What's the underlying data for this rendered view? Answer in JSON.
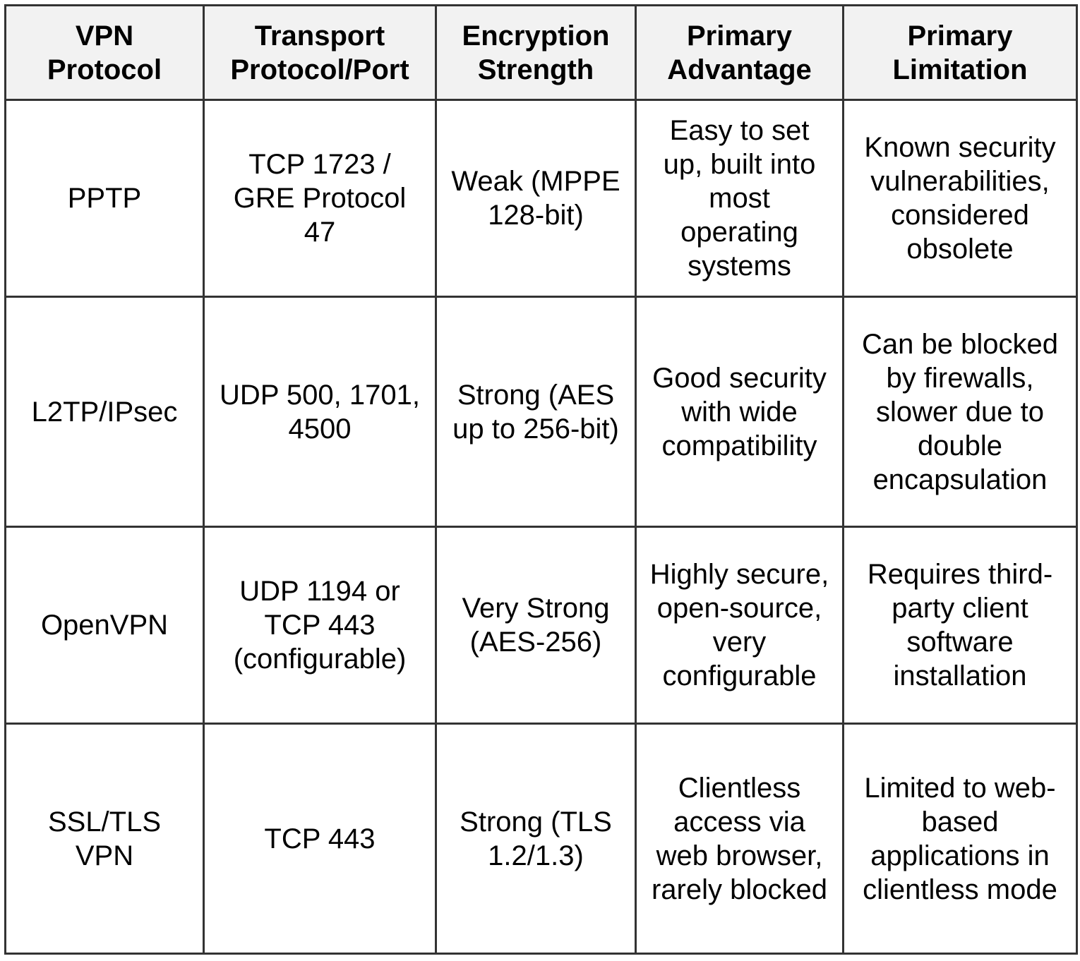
{
  "table": {
    "headers": [
      "VPN Protocol",
      "Transport Protocol/Port",
      "Encryption Strength",
      "Primary Advantage",
      "Primary Limitation"
    ],
    "rows": [
      [
        "PPTP",
        "TCP 1723 / GRE Protocol 47",
        "Weak (MPPE 128-bit)",
        "Easy to set up, built into most operating systems",
        "Known security vulnerabilities, considered obsolete"
      ],
      [
        "L2TP/IPsec",
        "UDP 500, 1701, 4500",
        "Strong (AES up to 256-bit)",
        "Good security with wide compatibility",
        "Can be blocked by firewalls, slower due to double encapsulation"
      ],
      [
        "OpenVPN",
        "UDP 1194 or TCP 443 (configurable)",
        "Very Strong (AES-256)",
        "Highly secure, open-source, very configurable",
        "Requires third-party client software installation"
      ],
      [
        "SSL/TLS VPN",
        "TCP 443",
        "Strong (TLS 1.2/1.3)",
        "Clientless access via web browser, rarely blocked",
        "Limited to web-based applications in clientless mode"
      ]
    ]
  }
}
